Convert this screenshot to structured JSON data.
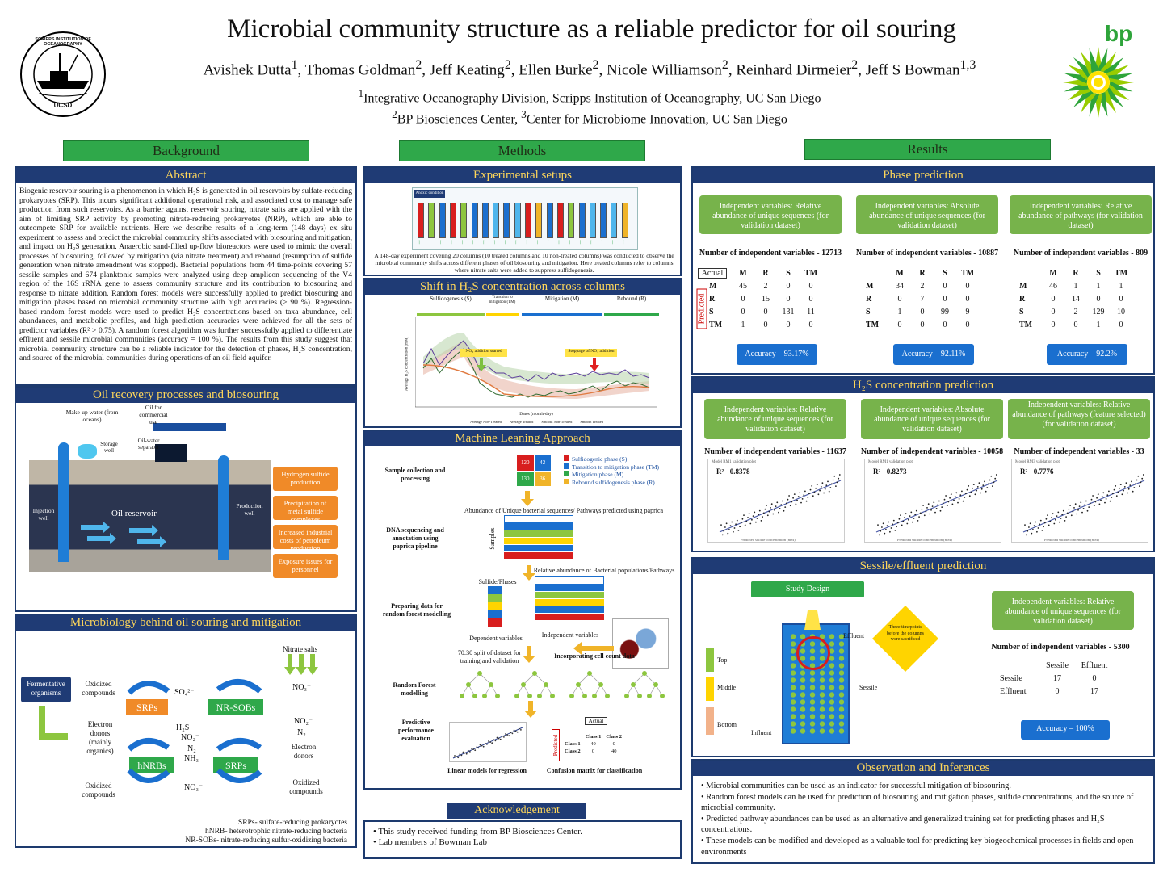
{
  "header": {
    "title": "Microbial community structure as a reliable predictor for oil souring",
    "authors": [
      {
        "name": "Avishek Dutta",
        "sup": "1"
      },
      {
        "name": "Thomas Goldman",
        "sup": "2"
      },
      {
        "name": "Jeff Keating",
        "sup": "2"
      },
      {
        "name": "Ellen Burke",
        "sup": "2"
      },
      {
        "name": "Nicole Williamson",
        "sup": "2"
      },
      {
        "name": "Reinhard Dirmeier",
        "sup": "2"
      },
      {
        "name": "Jeff S Bowman",
        "sup": "1,3"
      }
    ],
    "affil1": "Integrative Oceanography Division, Scripps Institution of Oceanography, UC San Diego",
    "affil2a": "BP Biosciences Center, ",
    "affil2b": "Center for Microbiome Innovation, UC San Diego",
    "logo_left_ring": "SCRIPPS INSTITUTION OF OCEANOGRAPHY",
    "logo_left_bottom": "UCSD",
    "logo_right": "bp"
  },
  "sections": {
    "background": "Background",
    "methods": "Methods",
    "results": "Results"
  },
  "abstract": {
    "title": "Abstract",
    "text": "Biogenic reservoir souring is a phenomenon in which H₂S is generated in oil reservoirs by sulfate-reducing prokaryotes (SRP). This incurs significant additional operational risk, and associated cost to manage safe production from such reservoirs. As a barrier against reservoir souring, nitrate salts are applied with the aim of limiting SRP activity by promoting nitrate-reducing prokaryotes (NRP), which are able to outcompete SRP for available nutrients. Here we describe results of a long-term (148 days) ex situ experiment to assess and predict the microbial community shifts associated with biosouring and mitigation, and impact on H₂S generation. Anaerobic sand-filled up-flow bioreactors were used to mimic the overall processes of biosouring, followed by mitigation (via nitrate treatment) and rebound (resumption of sulfide generation when nitrate amendment was stopped). Bacterial populations from 44 time-points covering 57 sessile samples and 674 planktonic samples were analyzed using deep amplicon sequencing of the V4 region of the 16S rRNA gene to assess community structure and its contribution to biosouring and response to nitrate addition. Random forest models were successfully applied to predict biosouring and mitigation phases based on microbial community structure with high accuracies (> 90 %). Regression-based random forest models were used to predict H₂S concentrations based on taxa abundance, cell abundances, and metabolic profiles, and high prediction accuracies were achieved for all the sets of predictor variables (R² > 0.75). A random forest algorithm was further successfully applied to differentiate effluent and sessile microbial communities (accuracy = 100 %). The results from this study suggest that microbial community structure can be a reliable indicator for the detection of phases, H₂S concentration, and source of the microbial communities during operations of an oil field aquifer."
  },
  "oil_recovery": {
    "title": "Oil recovery processes and biosouring",
    "makeup": "Make-up water (from oceans)",
    "oil_commercial": "Oil for commercial use",
    "separator": "Oil-water separator",
    "storage": "Storage well",
    "injection": "Injection well",
    "production": "Production well",
    "reservoir": "Oil reservoir",
    "impacts": [
      "Hydrogen sulfide production",
      "Precipitation of metal sulfide complexes",
      "Increased industrial costs of petroleum production",
      "Exposure issues for personnel"
    ]
  },
  "microbiology": {
    "title": "Microbiology behind oil souring and mitigation",
    "fermentative": "Fermentative organisms",
    "nitrate_salts": "Nitrate salts",
    "srps": "SRPs",
    "nrsobs": "NR-SOBs",
    "hnrbs": "hNRBs",
    "labels": {
      "ox1": "Oxidized compounds",
      "so4": "SO₄²⁻",
      "no3a": "NO₃⁻",
      "electron_left": "Electron donors (mainly organics)",
      "h2s": "H₂S",
      "no2a": "NO₂⁻",
      "n2a": "N₂",
      "nh3": "NH₃",
      "no2b": "NO₂⁻",
      "n2b": "N₂",
      "electron_right": "Electron donors",
      "ox2": "Oxidized compounds",
      "no3b": "NO₃⁻",
      "ox3": "Oxidized compounds"
    },
    "legend": [
      "SRPs- sulfate-reducing prokaryotes",
      "hNRB- heterotrophic nitrate-reducing bacteria",
      "NR-SOBs- nitrate-reducing sulfur-oxidizing bacteria"
    ]
  },
  "experimental": {
    "title": "Experimental setups",
    "anoxic": "Anoxic condition",
    "caption": "A 148-day experiment covering 20 columns (10 treated columns and 10 non-treated columns) was conducted to observe the microbial community shifts across different phases of oil biosouring and mitigation. Here treated columns refer to columns where nitrate salts were added to suppress sulfidogenesis."
  },
  "h2s_shift": {
    "title": "Shift in H₂S concentration across columns",
    "phases": [
      "Sulfidogenesis (S)",
      "Transition to mitigation (TM)",
      "Mitigation (M)",
      "Rebound (R)"
    ],
    "no3_start": "NO₃ addition started",
    "no3_stop": "Stoppage of NO₃ addition",
    "xlabel": "Dates (month-day)",
    "ylabel": "Average H₂S concentration (mM)",
    "legend": [
      "Average Non-Treated",
      "Average Treated",
      "Smooth Non-Treated",
      "Smooth Treated"
    ]
  },
  "ml": {
    "title": "Machine Leaning Approach",
    "sample": "Sample collection and processing",
    "grid": [
      "120",
      "42",
      "130",
      "36"
    ],
    "phase_legend": [
      "Sulfidogenic phase (S)",
      "Transition to mitigation phase (TM)",
      "Mitigation phase (M)",
      "Rebound sulfidogenesis phase (R)"
    ],
    "abundance": "Abundance of Unique bacterial sequences/ Pathways predicted using paprica",
    "dna": "DNA sequencing and annotation using paprica pipeline",
    "samples": "Samples",
    "relative": "Relative abundance of Bacterial populations/Pathways",
    "sulfide_phases": "Sulfide/Phases",
    "preparing": "Preparing data for random forest modelling",
    "dependent": "Dependent variables",
    "independent": "Independent variables",
    "incorporating": "Incorporating cell count data",
    "split": "70:30 split of dataset for training and validation",
    "rf": "Random Forest modelling",
    "predictive": "Predictive performance evaluation",
    "linear": "Linear models for regression",
    "confusion": "Confusion matrix for classification",
    "cm_actual": "Actual",
    "cm_predicted": "Predicted",
    "cm_cols": [
      "Class 1",
      "Class 2"
    ],
    "cm_rows": [
      [
        "Class 1",
        "40",
        "0"
      ],
      [
        "Class 2",
        "0",
        "40"
      ]
    ]
  },
  "ack": {
    "title": "Acknowledgement",
    "items": [
      "This study received funding from BP Biosciences Center.",
      "Lab members of Bowman Lab"
    ]
  },
  "phase_pred": {
    "title": "Phase prediction",
    "actual": "Actual",
    "predicted": "Predicted",
    "cols": [
      "M",
      "R",
      "S",
      "TM"
    ],
    "panels": [
      {
        "box": "Independent variables: Relative abundance of unique sequences (for validation dataset)",
        "nvar": "Number of independent variables - 12713",
        "rows": [
          [
            "M",
            "45",
            "2",
            "0",
            "0"
          ],
          [
            "R",
            "0",
            "15",
            "0",
            "0"
          ],
          [
            "S",
            "0",
            "0",
            "131",
            "11"
          ],
          [
            "TM",
            "1",
            "0",
            "0",
            "0"
          ]
        ],
        "acc": "Accuracy – 93.17%"
      },
      {
        "box": "Independent variables: Absolute abundance of unique sequences (for validation dataset)",
        "nvar": "Number of independent variables - 10887",
        "rows": [
          [
            "M",
            "34",
            "2",
            "0",
            "0"
          ],
          [
            "R",
            "0",
            "7",
            "0",
            "0"
          ],
          [
            "S",
            "1",
            "0",
            "99",
            "9"
          ],
          [
            "TM",
            "0",
            "0",
            "0",
            "0"
          ]
        ],
        "acc": "Accuracy – 92.11%"
      },
      {
        "box": "Independent variables: Relative abundance of pathways (for validation dataset)",
        "nvar": "Number of independent variables - 809",
        "rows": [
          [
            "M",
            "46",
            "1",
            "1",
            "1"
          ],
          [
            "R",
            "0",
            "14",
            "0",
            "0"
          ],
          [
            "S",
            "0",
            "2",
            "129",
            "10"
          ],
          [
            "TM",
            "0",
            "0",
            "1",
            "0"
          ]
        ],
        "acc": "Accuracy – 92.2%"
      }
    ]
  },
  "h2s_pred": {
    "title": "H₂S concentration prediction",
    "panels": [
      {
        "box": "Independent variables: Relative abundance of unique sequences (for validation dataset)",
        "nvar": "Number of independent variables - 11637",
        "r2": "R² - 0.8378",
        "plot": "Model RM1 validation plot"
      },
      {
        "box": "Independent variables: Absolute abundance of unique sequences (for validation dataset)",
        "nvar": "Number of independent variables - 10058",
        "r2": "R² - 0.8273",
        "plot": "Model RM1 validation plot"
      },
      {
        "box": "Independent variables: Relative abundance of pathways (feature selected) (for validation dataset)",
        "nvar": "Number of independent variables - 33",
        "r2": "R² - 0.7776",
        "plot": "Model RM3 validation plot"
      }
    ],
    "xlabel": "Predicted sulfide concentration (mM)",
    "ylabel": "Actual sulfide concentration (mM)"
  },
  "sessile": {
    "title": "Sessile/effluent prediction",
    "design": "Study Design",
    "top": "Top",
    "middle": "Middle",
    "bottom": "Bottom",
    "influent": "Influent",
    "effluent": "Effluent",
    "sessile": "Sessile",
    "diamond": "Three timepoints before the columns were sacrificed",
    "box": "Independent variables: Relative abundance of unique sequences (for validation dataset)",
    "nvar": "Number of independent variables - 5300",
    "cols": [
      "Sessile",
      "Effluent"
    ],
    "rows": [
      [
        "Sessile",
        "17",
        "0"
      ],
      [
        "Effluent",
        "0",
        "17"
      ]
    ],
    "acc": "Accuracy – 100%"
  },
  "observations": {
    "title": "Observation and Inferences",
    "items": [
      "Microbial communities can be used as an indicator for successful mitigation of biosouring.",
      "Random forest models can be used for prediction of biosouring and mitigation phases, sulfide concentrations, and the source of microbial community.",
      "Predicted pathway abundances can be used as an alternative and generalized training set for predicting phases and H₂S concentrations.",
      "These models can be modified and developed as a valuable tool for predicting key biogeochemical processes in fields and open environments"
    ]
  }
}
